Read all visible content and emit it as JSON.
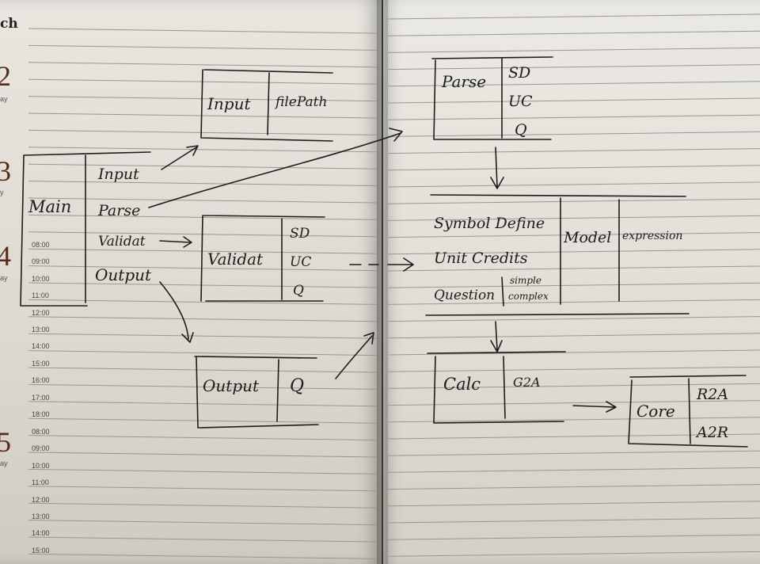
{
  "planner": {
    "month_header": "ch",
    "days": [
      {
        "num": "2",
        "label": "ay"
      },
      {
        "num": "3",
        "label": "y"
      },
      {
        "num": "4",
        "label": "ay"
      },
      {
        "num": "5",
        "label": "ay"
      }
    ],
    "times_day4": [
      "08:00",
      "09:00",
      "10:00",
      "11:00",
      "12:00",
      "13:00",
      "14:00",
      "15:00",
      "16:00",
      "17:00",
      "18:00"
    ],
    "times_day5": [
      "08:00",
      "09:00",
      "10:00",
      "11:00",
      "12:00",
      "13:00",
      "14:00",
      "15:00"
    ]
  },
  "diagram": {
    "main": {
      "name": "Main",
      "items": [
        "Input",
        "Parse",
        "Validat",
        "Output"
      ]
    },
    "input": {
      "name": "Input",
      "field": "filePath"
    },
    "validat": {
      "name": "Validat",
      "fields": [
        "SD",
        "UC",
        "Q"
      ]
    },
    "output": {
      "name": "Output",
      "field": "Q"
    },
    "parse": {
      "name": "Parse",
      "fields": [
        "SD",
        "UC",
        "Q"
      ]
    },
    "model": {
      "rows": [
        "Symbol Define",
        "Unit Credits",
        "Question"
      ],
      "question_sub": [
        "simple",
        "complex"
      ],
      "name": "Model",
      "field": "expression"
    },
    "calc": {
      "name": "Calc",
      "field": "G2A"
    },
    "core": {
      "name": "Core",
      "fields": [
        "R2A",
        "A2R"
      ]
    }
  }
}
